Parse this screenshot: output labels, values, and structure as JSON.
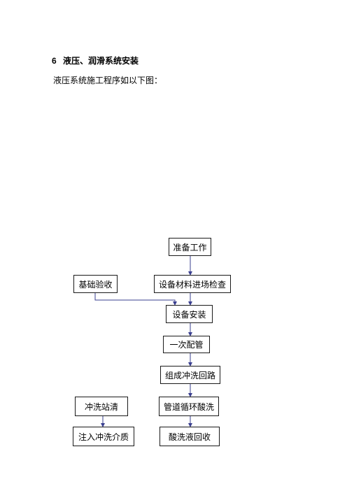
{
  "section": {
    "number": "6",
    "title": "液压、润滑系统安装"
  },
  "intro_text": "液压系统施工程序如以下图：",
  "flowchart": {
    "nodes": {
      "prepare": "准备工作",
      "foundation_check": "基础验收",
      "material_inspect": "设备材料进场检查",
      "install": "设备安装",
      "first_piping": "一次配管",
      "flush_loop": "组成冲洗回路",
      "flush_station_clean": "冲洗站清",
      "pipe_pickling": "管道循环酸洗",
      "inject_medium": "注入冲洗介质",
      "acid_recovery": "酸洗液回收"
    },
    "colors": {
      "connector": "#3a3f8f",
      "border": "#1a1a1a"
    }
  }
}
